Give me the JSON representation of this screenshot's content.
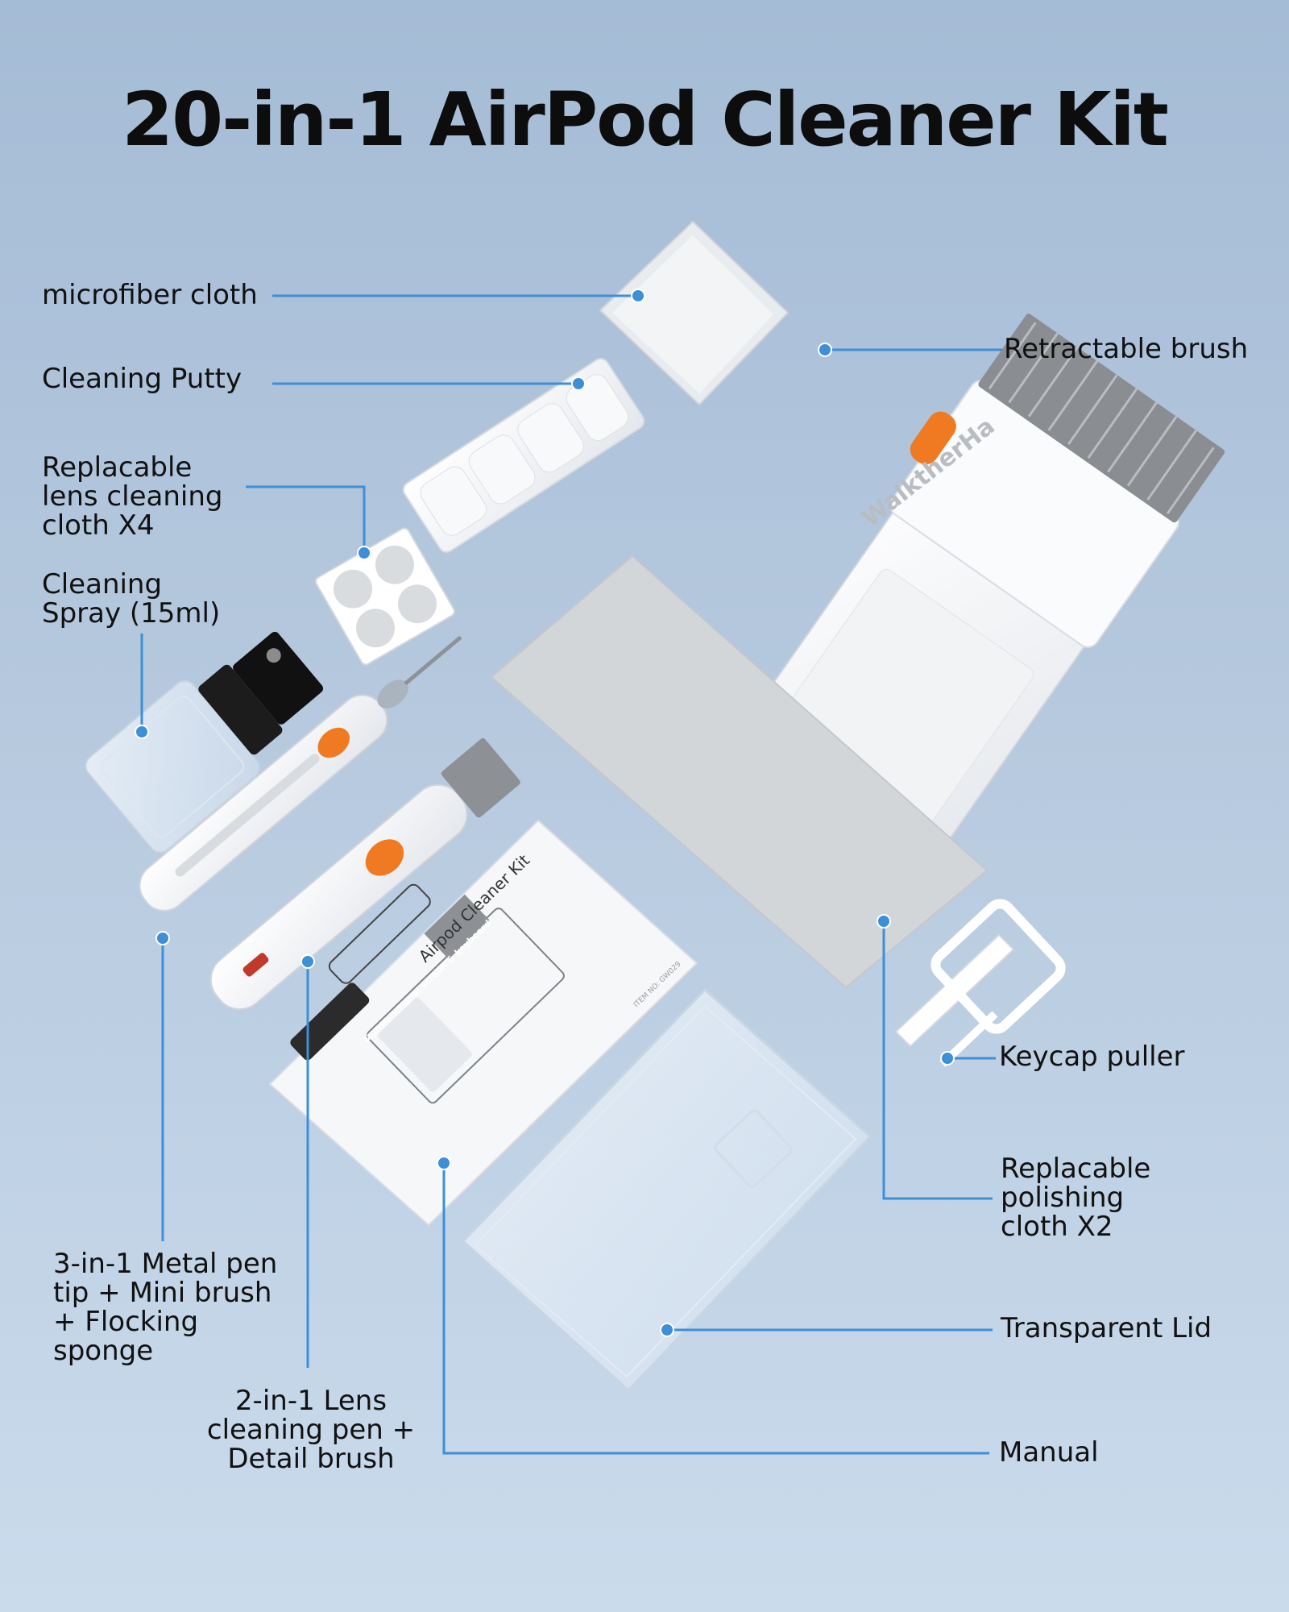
{
  "title": "20-in-1 AirPod Cleaner Kit",
  "labels": {
    "microfiber_cloth": "microfiber cloth",
    "cleaning_putty": "Cleaning Putty",
    "lens_cloth": "Replacable\nlens cleaning\ncloth X4",
    "cleaning_spray": "Cleaning\nSpray (15ml)",
    "metal_pen": "3-in-1 Metal pen\ntip + Mini brush\n+ Flocking\nsponge",
    "lens_pen": "2-in-1 Lens\ncleaning pen +\nDetail brush",
    "retractable_brush": "Retractable brush",
    "keycap_puller": "Keycap puller",
    "polishing_cloth": "Replacable\npolishing\ncloth X2",
    "transparent_lid": "Transparent Lid",
    "manual": "Manual"
  },
  "product": {
    "brand_text": "WalktherHa",
    "manual_title": "Airpod Cleaner Kit",
    "manual_badge": "Multifunctional\nscreen & keyboard",
    "item_no": "ITEM NO: GW029"
  },
  "colors": {
    "leader_line": "#3d8fd8",
    "accent_orange": "#f07a22",
    "background_top": "#a5bcd6",
    "background_bottom": "#cadbec"
  }
}
